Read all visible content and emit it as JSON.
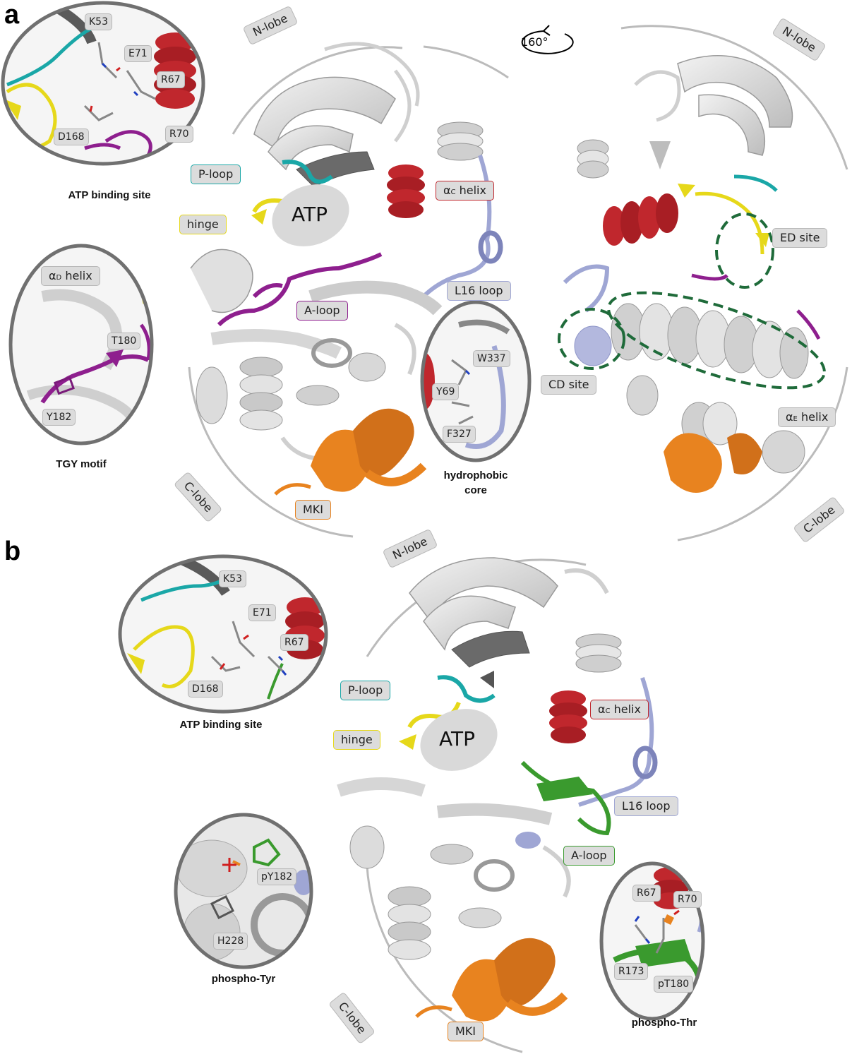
{
  "panels": {
    "a": {
      "letter": "a",
      "rotation_label": "160°",
      "labels": {
        "n_lobe_left": "N-lobe",
        "n_lobe_right": "N-lobe",
        "c_lobe_left": "C-lobe",
        "c_lobe_right": "C-lobe",
        "p_loop": "P-loop",
        "hinge": "hinge",
        "atp": "ATP",
        "ac_helix": "αC helix",
        "l16_loop": "L16 loop",
        "a_loop": "A-loop",
        "mki": "MKI",
        "ed_site": "ED site",
        "cd_site": "CD site",
        "ae_helix": "αE helix"
      },
      "insets": {
        "atp_site": {
          "caption": "ATP binding site",
          "residues": [
            "K53",
            "E71",
            "R67",
            "D168",
            "R70"
          ]
        },
        "tgy": {
          "caption": "TGY motif",
          "header": "αD helix",
          "residues": [
            "T180",
            "Y182"
          ]
        },
        "hydrophobic": {
          "caption_line1": "hydrophobic",
          "caption_line2": "core",
          "residues": [
            "W337",
            "Y69",
            "F327"
          ]
        }
      }
    },
    "b": {
      "letter": "b",
      "labels": {
        "n_lobe": "N-lobe",
        "c_lobe": "C-lobe",
        "p_loop": "P-loop",
        "hinge": "hinge",
        "atp": "ATP",
        "ac_helix": "αC helix",
        "l16_loop": "L16 loop",
        "a_loop": "A-loop",
        "mki": "MKI"
      },
      "insets": {
        "atp_site": {
          "caption": "ATP binding site",
          "residues": [
            "K53",
            "E71",
            "R67",
            "D168"
          ]
        },
        "phospho_tyr": {
          "caption": "phospho-Tyr",
          "residues": [
            "pY182",
            "H228"
          ]
        },
        "phospho_thr": {
          "caption": "phospho-Thr",
          "residues": [
            "R67",
            "R70",
            "R173",
            "pT180"
          ]
        }
      }
    }
  },
  "colors": {
    "p_loop": "#1aa7a7",
    "hinge": "#e6d81a",
    "ac_helix": "#c0272d",
    "l16_loop": "#9fa6d4",
    "a_loop_inactive": "#8e1f8e",
    "a_loop_active": "#3a9a2e",
    "mki": "#e8831f",
    "dashed_site": "#1f6b3a",
    "protein": "#d4d4d4"
  }
}
